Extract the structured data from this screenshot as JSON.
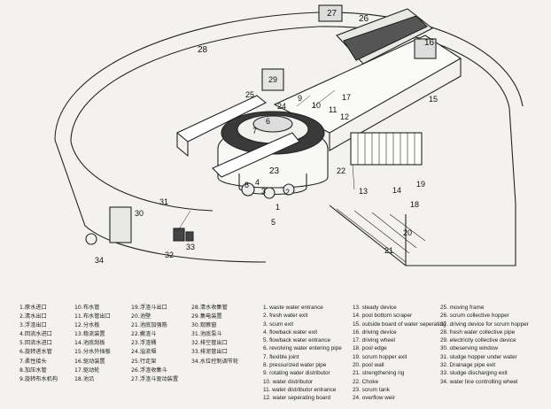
{
  "callouts": [
    "1",
    "2",
    "3",
    "4",
    "5",
    "6",
    "7",
    "8",
    "9",
    "10",
    "11",
    "12",
    "13",
    "14",
    "15",
    "16",
    "17",
    "18",
    "19",
    "20",
    "21",
    "22",
    "23",
    "24",
    "25",
    "26",
    "27",
    "28",
    "29",
    "30",
    "31",
    "32",
    "33",
    "34"
  ],
  "legend_cn": [
    [
      "1.原水进口",
      "2.清水出口",
      "3.浮渣出口",
      "4.回流水进口",
      "5.回流水进口",
      "6.旋转进水管",
      "7.柔性接头",
      "8.加压水管",
      "9.旋转布水机构"
    ],
    [
      "10.布水管",
      "11.布水管出口",
      "12.分水板",
      "13.稳流装置",
      "14.池底刮板",
      "15.分水外挡板",
      "16.驱动装置",
      "17.驱动轮",
      "18.池沿"
    ],
    [
      "19.浮渣斗出口",
      "20.池壁",
      "21.池底加强筋",
      "22.撇渣斗",
      "23.浮渣桶",
      "24.溢流堰",
      "25.行走架",
      "26.浮渣收集斗",
      "27.浮渣斗驱动装置"
    ],
    [
      "28.清水收集管",
      "29.集电装置",
      "30.观察窗",
      "31.池底泵斗",
      "32.排空管出口",
      "33.排泥管出口",
      "34.水位控制调节轮"
    ]
  ],
  "legend_en": [
    [
      "1. waste water entrance",
      "2. fresh water exit",
      "3. scum exit",
      "4. flowback water exit",
      "5. flowback water entrance",
      "6. revolving water entering pipe",
      "7. flexible joint",
      "8. pressurized water pipe",
      "9. rotating water distributor",
      "10. water distributor",
      "11. water distributor entrance",
      "12. water seperating board"
    ],
    [
      "13. steady device",
      "14. pool bottom scraper",
      "15. outside board of water seperating",
      "16. driving device",
      "17. driving wheel",
      "18. pool edge",
      "19. scrum hopper exit",
      "20. pool wall",
      "21. strengthening rig",
      "22. Choke",
      "23. scrum tank",
      "24. overflow weir"
    ],
    [
      "25. moving frame",
      "26. scrum collective hopper",
      "27. driving device for scrum hopper",
      "28. fresh water collective pipe",
      "29. electricity collective device",
      "30. obeserving window",
      "31. sludge hopper under water",
      "32. Drainage pipe exit",
      "33. sludge discharging exit",
      "34. water line controlling wheel"
    ]
  ]
}
